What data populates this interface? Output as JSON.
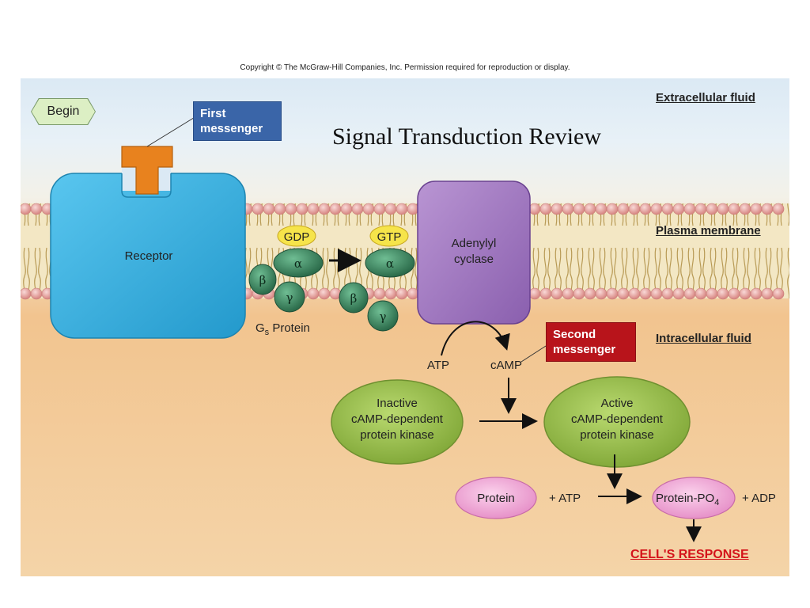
{
  "copyright": "Copyright © The McGraw-Hill Companies, Inc. Permission required for reproduction or display.",
  "title": "Signal Transduction Review",
  "begin": "Begin",
  "regions": {
    "extracellular": "Extracellular fluid",
    "membrane": "Plasma membrane",
    "intracellular": "Intracellular fluid"
  },
  "callouts": {
    "first_messenger_line1": "First",
    "first_messenger_line2": "messenger",
    "second_messenger_line1": "Second",
    "second_messenger_line2": "messenger"
  },
  "receptor": "Receptor",
  "g_protein": {
    "label": "G",
    "subscript": "s",
    "suffix": " Protein",
    "gdp": "GDP",
    "gtp": "GTP",
    "alpha": "α",
    "beta": "β",
    "gamma": "γ"
  },
  "adenylyl_cyclase": {
    "line1": "Adenylyl",
    "line2": "cyclase"
  },
  "atp": "ATP",
  "camp": "cAMP",
  "inactive_kinase": {
    "line1": "Inactive",
    "line2": "cAMP-dependent",
    "line3": "protein kinase"
  },
  "active_kinase": {
    "line1": "Active",
    "line2": "cAMP-dependent",
    "line3": "protein kinase"
  },
  "reaction": {
    "protein": "Protein",
    "plus_atp": "+ ATP",
    "protein_po4": "Protein-PO",
    "po4_subscript": "4",
    "plus_adp": "+ ADP"
  },
  "cells_response": "CELL'S RESPONSE",
  "colors": {
    "receptor": "#3db3e3",
    "first_messenger_ligand": "#e8821e",
    "g_protein": "#3d8a63",
    "adenylyl_cyclase": "#a77bc4",
    "kinase": "#9bc24a",
    "protein": "#f2a6d6",
    "second_messenger": "#b8141b",
    "first_messenger": "#3a65a8"
  }
}
